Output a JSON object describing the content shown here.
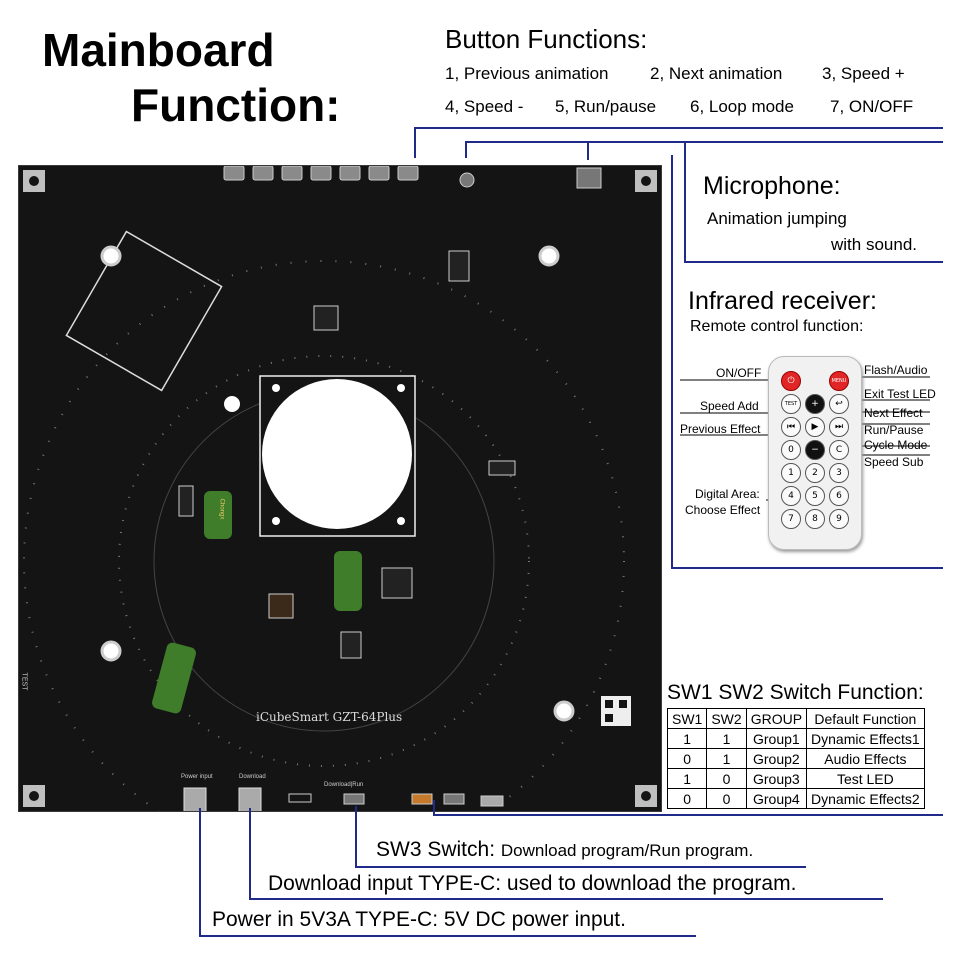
{
  "title_line1": "Mainboard",
  "title_line2": "Function:",
  "buttons": {
    "heading": "Button Functions:",
    "line1": [
      "1, Previous animation",
      "2, Next animation",
      "3, Speed +"
    ],
    "line2": [
      "4, Speed -",
      "5, Run/pause",
      "6, Loop mode",
      "7, ON/OFF"
    ]
  },
  "microphone": {
    "heading": "Microphone:",
    "line1": "Animation jumping",
    "line2": "with sound."
  },
  "infrared": {
    "heading": "Infrared receiver:",
    "sub": "Remote control function:"
  },
  "remote_labels": {
    "on_off": "ON/OFF",
    "speed_add": "Speed Add",
    "previous_effect": "Previous Effect",
    "digital_area_1": "Digital Area:",
    "digital_area_2": "Choose Effect",
    "flash_audio": "Flash/Audio",
    "exit_test_led": "Exit Test LED",
    "next_effect": "Next Effect",
    "run_pause": "Run/Pause",
    "cycle_mode": "Cycle Mode",
    "speed_sub": "Speed Sub"
  },
  "remote_keys": {
    "menu": "MENU",
    "test": "TEST",
    "zero": "0",
    "c": "C",
    "digits": [
      "1",
      "2",
      "3",
      "4",
      "5",
      "6",
      "7",
      "8",
      "9"
    ]
  },
  "switch_table": {
    "heading": "SW1 SW2 Switch Function:",
    "headers": [
      "SW1",
      "SW2",
      "GROUP",
      "Default Function"
    ],
    "rows": [
      [
        "1",
        "1",
        "Group1",
        "Dynamic Effects1"
      ],
      [
        "0",
        "1",
        "Group2",
        "Audio Effects"
      ],
      [
        "1",
        "0",
        "Group3",
        "Test LED"
      ],
      [
        "0",
        "0",
        "Group4",
        "Dynamic Effects2"
      ]
    ]
  },
  "sw3": {
    "label": "SW3 Switch:",
    "desc": "Download program/Run program."
  },
  "download": "Download input TYPE-C: used to download the program.",
  "power": "Power in 5V3A TYPE-C: 5V DC power input.",
  "board": {
    "model": "iCubeSmart GZT-64Plus",
    "power_label": "Power input",
    "download_label": "Download",
    "run_label": "Download|Run",
    "test_label": "TEST",
    "cap_brand": "Chongx"
  },
  "colors": {
    "leader_line": "#1f2a8a",
    "board": "#141414",
    "menu_button": "#d62828"
  }
}
